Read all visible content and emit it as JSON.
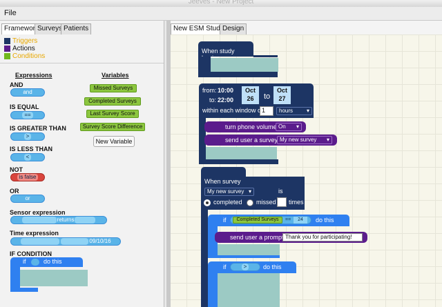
{
  "window": {
    "title": "Jeeves - New Project"
  },
  "menu": {
    "file": "File"
  },
  "left_tabs": [
    "Framework",
    "Surveys",
    "Patients"
  ],
  "legend": [
    {
      "label": "Triggers",
      "color": "#1d3564",
      "text_color": "#e8a800"
    },
    {
      "label": "Actions",
      "color": "#5b1c8c",
      "text_color": "#111111"
    },
    {
      "label": "Conditions",
      "color": "#72b81e",
      "text_color": "#e8a800"
    }
  ],
  "palette": {
    "expressions_header": "Expressions",
    "variables_header": "Variables",
    "and_label": "AND",
    "and_block": "and",
    "is_equal_label": "IS EQUAL",
    "is_equal_block": "==",
    "is_greater_label": "IS GREATER THAN",
    "is_greater_block": ">",
    "is_less_label": "IS LESS THAN",
    "is_less_block": "<",
    "not_label": "NOT",
    "not_block": "is false",
    "or_label": "OR",
    "or_block": "or",
    "sensor_label": "Sensor expression",
    "sensor_block": "returns",
    "time_label": "Time expression",
    "time_date": "09/10/16",
    "ifcond_label": "IF CONDITION",
    "ifcond_if": "if",
    "ifcond_do": "do this"
  },
  "variables": [
    "Missed Surveys",
    "Completed Surveys",
    "Last Survey Score",
    "Survey Score Difference"
  ],
  "new_variable_button": "New Variable",
  "right_tabs": [
    "New ESM Study",
    "Design"
  ],
  "blocks": {
    "study_begins": "When study begins",
    "from_label": "from:",
    "from_time": "10:00",
    "to_label_time": "to:",
    "to_time": "22:00",
    "date_from_month": "Oct",
    "date_from_day": "26",
    "date_to_word": "to",
    "date_to_month": "Oct",
    "date_to_day": "27",
    "window_label": "within each window of",
    "window_value": "1",
    "window_unit": "hours",
    "turn_volume": "turn phone volume",
    "volume_state": "On",
    "send_survey": "send user a survey:",
    "survey_choice": "My new survey",
    "when_survey": "When survey",
    "survey_select": "My new survey",
    "is_word": "is",
    "completed": "completed",
    "missed": "missed",
    "times": "times",
    "if1": "if",
    "completed_surveys": "Completed Surveys",
    "operator1": "==",
    "value1": "24",
    "do_this1": "do this",
    "send_prompt": "send user a prompt:",
    "prompt_text": "Thank you for participating!",
    "if2": "if",
    "operator2": ">",
    "do_this2": "do this"
  }
}
